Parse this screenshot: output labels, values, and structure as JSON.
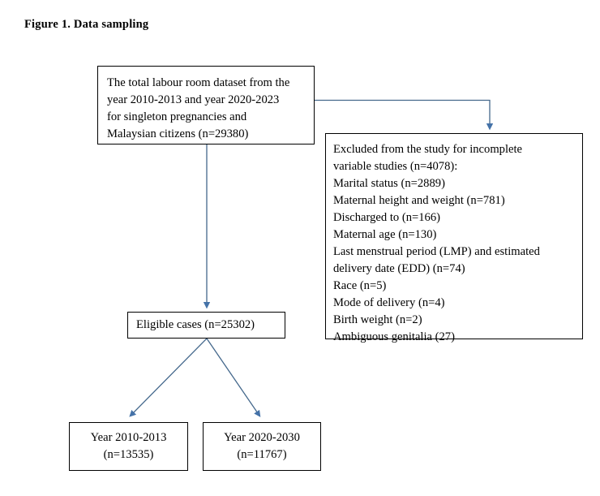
{
  "figure": {
    "title": "Figure 1. Data sampling",
    "type": "flowchart"
  },
  "theme": {
    "background": "#ffffff",
    "box_border": "#000000",
    "text_color": "#000000",
    "arrow_color": "#4472a8"
  },
  "nodes": {
    "source": {
      "name": "total-dataset",
      "lines": [
        "The total labour room dataset from the",
        "year 2010-2013 and year 2020-2023",
        "for singleton  pregnancies  and",
        "Malaysian  citizens  (n=29380)"
      ],
      "count": 29380
    },
    "excluded": {
      "name": "excluded-records",
      "lines": [
        "Excluded  from  the  study  for  incomplete",
        "variable  studies  (n=4078):",
        "Marital  status  (n=2889)",
        "Maternal  height  and  weight  (n=781)",
        "Discharged  to (n=166)",
        "Maternal  age (n=130)",
        "Last  menstrual  period (LMP) and  estimated",
        "delivery  date (EDD)  (n=74)",
        "Race  (n=5)",
        "Mode of delivery  (n=4)",
        "Birth  weight  (n=2)",
        "Ambiguous  genitalia  (27)"
      ],
      "total_excluded": 4078,
      "reasons": [
        {
          "reason": "Marital status",
          "n": 2889
        },
        {
          "reason": "Maternal height and weight",
          "n": 781
        },
        {
          "reason": "Discharged to",
          "n": 166
        },
        {
          "reason": "Maternal age",
          "n": 130
        },
        {
          "reason": "Last menstrual period (LMP) and estimated delivery date (EDD)",
          "n": 74
        },
        {
          "reason": "Race",
          "n": 5
        },
        {
          "reason": "Mode of delivery",
          "n": 4
        },
        {
          "reason": "Birth weight",
          "n": 2
        },
        {
          "reason": "Ambiguous genitalia",
          "n": 27
        }
      ]
    },
    "eligible": {
      "name": "eligible-cases",
      "lines": [
        "Eligible  cases (n=25302)"
      ],
      "count": 25302
    },
    "year_group_a": {
      "name": "year-group-2010-2013",
      "lines": [
        "Year  2010-2013",
        "(n=13535)"
      ],
      "count": 13535
    },
    "year_group_b": {
      "name": "year-group-2020-2030",
      "lines": [
        "Year  2020-2030",
        "(n=11767)"
      ],
      "count": 11767
    }
  },
  "connectors": [
    {
      "name": "source-to-excluded",
      "style": "elbow",
      "arrow": "down"
    },
    {
      "name": "source-to-eligible",
      "style": "straight-vertical",
      "arrow": "down"
    },
    {
      "name": "eligible-to-year-a",
      "style": "diagonal",
      "arrow": "down-left"
    },
    {
      "name": "eligible-to-year-b",
      "style": "diagonal",
      "arrow": "down-right"
    }
  ]
}
